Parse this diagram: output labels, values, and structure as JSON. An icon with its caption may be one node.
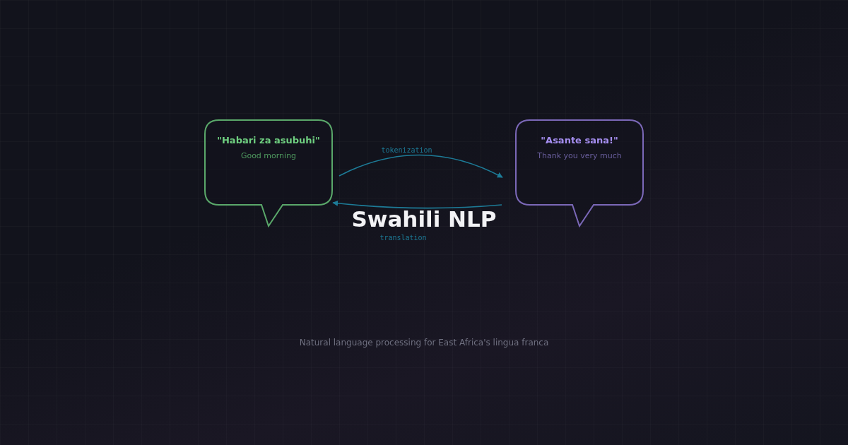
{
  "diagram": {
    "title": "Swahili NLP",
    "caption": "Natural language processing for East Africa's lingua franca",
    "nodes": [
      {
        "text": [
          "\"Habari za asubuhi\"",
          "Good morning"
        ]
      },
      {
        "text": [
          "\"Asante sana!\"",
          "Thank you very much"
        ]
      }
    ],
    "edges": [
      {
        "from": 0,
        "to": 1,
        "arrow": "to",
        "label": "tokenization"
      },
      {
        "from": 1,
        "to": 0,
        "arrow": "to",
        "label": "translation"
      }
    ]
  }
}
